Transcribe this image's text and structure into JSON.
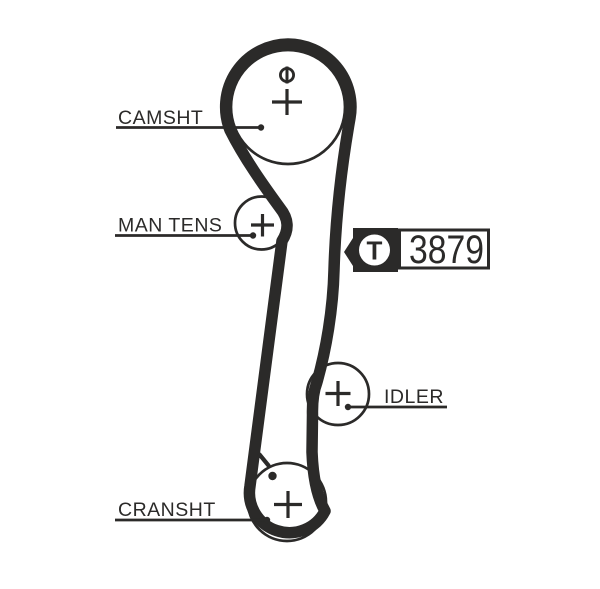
{
  "page": {
    "background_color": "#ffffff",
    "ink_color": "#2b2a29"
  },
  "diagram": {
    "type": "timing-belt-routing-diagram",
    "pulleys": [
      {
        "id": "camshaft",
        "label": "CAMSHT",
        "marks": [
          "phi-timing-mark",
          "center-cross"
        ]
      },
      {
        "id": "manual-tensioner",
        "label": "MAN TENS",
        "marks": [
          "center-cross"
        ]
      },
      {
        "id": "idler",
        "label": "IDLER",
        "marks": [
          "center-cross"
        ]
      },
      {
        "id": "crankshaft",
        "label": "CRANSHT",
        "marks": [
          "center-cross",
          "timing-dot",
          "timing-tick"
        ]
      }
    ],
    "badge": {
      "letter": "T",
      "part_number": "3879",
      "pointer": "left-arrow"
    }
  }
}
